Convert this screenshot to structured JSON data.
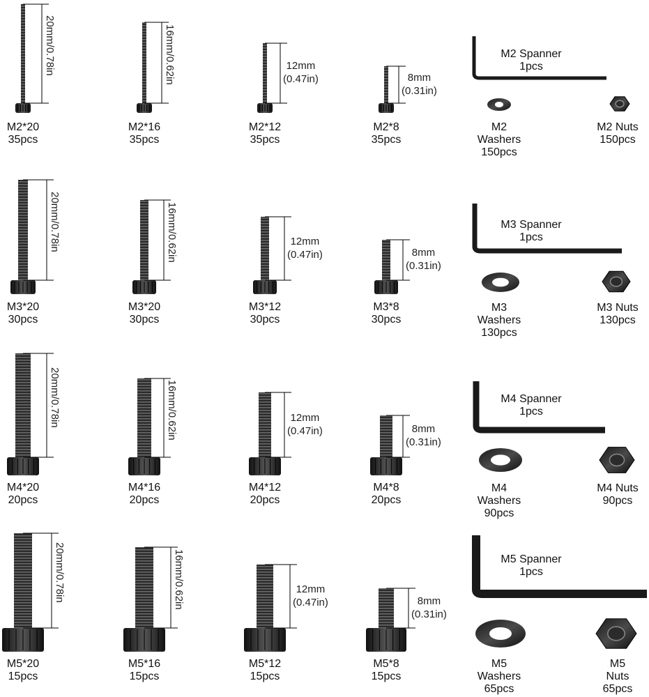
{
  "rows": [
    {
      "screws": [
        {
          "name": "M2*20",
          "qty": "35pcs",
          "dim": "20mm/0.78in"
        },
        {
          "name": "M2*16",
          "qty": "35pcs",
          "dim": "16mm/0.62in"
        },
        {
          "name": "M2*12",
          "qty": "35pcs",
          "dim_line1": "12mm",
          "dim_line2": "(0.47in)"
        },
        {
          "name": "M2*8",
          "qty": "35pcs",
          "dim_line1": "8mm",
          "dim_line2": "(0.31in)"
        }
      ],
      "spanner": {
        "line1": "M2  Spanner",
        "line2": "1pcs"
      },
      "washer": {
        "line1": "M2",
        "line2": "Washers",
        "line3": "150pcs"
      },
      "nut": {
        "line1": "M2 Nuts",
        "line2": "150pcs"
      }
    },
    {
      "screws": [
        {
          "name": "M3*20",
          "qty": "30pcs",
          "dim": "20mm/0.78in"
        },
        {
          "name": "M3*20",
          "qty": "30pcs",
          "dim": "16mm/0.62in"
        },
        {
          "name": "M3*12",
          "qty": "30pcs",
          "dim_line1": "12mm",
          "dim_line2": "(0.47in)"
        },
        {
          "name": "M3*8",
          "qty": "30pcs",
          "dim_line1": "8mm",
          "dim_line2": "(0.31in)"
        }
      ],
      "spanner": {
        "line1": "M3  Spanner",
        "line2": "1pcs"
      },
      "washer": {
        "line1": "M3",
        "line2": "Washers",
        "line3": "130pcs"
      },
      "nut": {
        "line1": "M3 Nuts",
        "line2": "130pcs"
      }
    },
    {
      "screws": [
        {
          "name": "M4*20",
          "qty": "20pcs",
          "dim": "20mm/0.78in"
        },
        {
          "name": "M4*16",
          "qty": "20pcs",
          "dim": "16mm/0.62in"
        },
        {
          "name": "M4*12",
          "qty": "20pcs",
          "dim_line1": "12mm",
          "dim_line2": "(0.47in)"
        },
        {
          "name": "M4*8",
          "qty": "20pcs",
          "dim_line1": "8mm",
          "dim_line2": "(0.31in)"
        }
      ],
      "spanner": {
        "line1": "M4  Spanner",
        "line2": "1pcs"
      },
      "washer": {
        "line1": "M4",
        "line2": "Washers",
        "line3": "90pcs"
      },
      "nut": {
        "line1": "M4 Nuts",
        "line2": "90pcs"
      }
    },
    {
      "screws": [
        {
          "name": "M5*20",
          "qty": "15pcs",
          "dim": "20mm/0.78in"
        },
        {
          "name": "M5*16",
          "qty": "15pcs",
          "dim": "16mm/0.62in"
        },
        {
          "name": "M5*12",
          "qty": "15pcs",
          "dim_line1": "12mm",
          "dim_line2": "(0.47in)"
        },
        {
          "name": "M5*8",
          "qty": "15pcs",
          "dim_line1": "8mm",
          "dim_line2": "(0.31in)"
        }
      ],
      "spanner": {
        "line1": "M5  Spanner",
        "line2": "1pcs"
      },
      "washer": {
        "line1": "M5",
        "line2": "Washers",
        "line3": "65pcs"
      },
      "nut": {
        "line1": "M5",
        "line2": "Nuts",
        "line3": "65pcs"
      }
    }
  ]
}
